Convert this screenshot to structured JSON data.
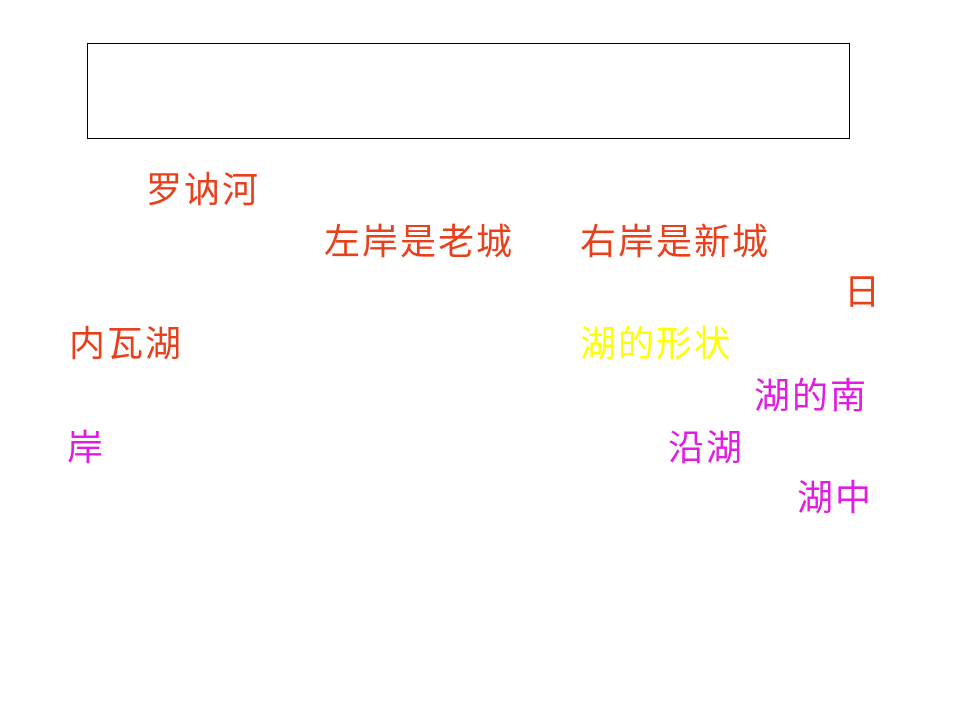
{
  "colors": {
    "red": "#e8401c",
    "yellow": "#ffff00",
    "magenta": "#e01ee0"
  },
  "words": {
    "luona_river": "罗讷河",
    "left_bank": "左岸是老城",
    "right_bank": "右岸是新城",
    "ri": "日",
    "lake_geneva": "内瓦湖",
    "lake_shape": "湖的形状",
    "lake_south": "湖的南",
    "shore": "岸",
    "along_lake": "沿湖",
    "in_lake": "湖中"
  }
}
